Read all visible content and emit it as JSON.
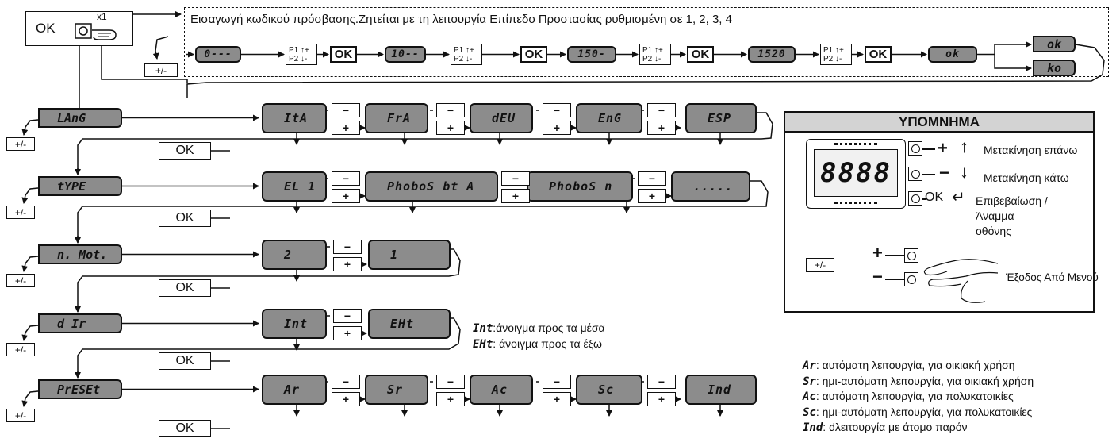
{
  "top": {
    "ok_label": "OK",
    "x1_label": "x1",
    "instruction": "Εισαγωγή κωδικού πρόσβασης.Ζητείται με τη λειτουργία Επίπεδο Προστασίας ρυθμισμένη σε 1, 2, 3, 4",
    "exit_label": "+/-",
    "steps": [
      "0---",
      "10--",
      "150-",
      "1520",
      "ok"
    ],
    "p_label_1": "P1 ↑+",
    "p_label_2": "P2 ↓-",
    "ok_bold": "OK",
    "result_ok": "ok",
    "result_ko": "ko"
  },
  "menus": [
    {
      "name": "LAnG",
      "ok": "OK",
      "exit": "+/-",
      "values": [
        "ItA",
        "FrA",
        "dEU",
        "EnG",
        "ESP"
      ]
    },
    {
      "name": "tYPE",
      "ok": "OK",
      "exit": "+/-",
      "values": [
        "EL 1",
        "PhoboS bt A",
        "PhoboS n",
        "....."
      ]
    },
    {
      "name": "n. Mot.",
      "ok": "OK",
      "exit": "+/-",
      "values": [
        "2",
        "1"
      ]
    },
    {
      "name": "d Ir",
      "ok": "OK",
      "exit": "+/-",
      "values": [
        "Int",
        "EHt"
      ]
    },
    {
      "name": "PrESEt",
      "ok": "OK",
      "exit": "+/-",
      "values": [
        "Ar",
        "Sr",
        "Ac",
        "Sc",
        "Ind"
      ]
    }
  ],
  "minus": "−",
  "plus": "+",
  "dir_notes": [
    {
      "code": "Int",
      "text": ":άνοιγμα προς τα μέσα"
    },
    {
      "code": "EHt",
      "text": ": άνοιγμα προς τα έξω"
    }
  ],
  "preset_notes": [
    {
      "code": "Ar",
      "text": ": αυτόματη λειτουργία, για οικιακή χρήση"
    },
    {
      "code": "Sr",
      "text": ": ημι-αυτόματη λειτουργία, για οικιακή χρήση"
    },
    {
      "code": "Ac",
      "text": ": αυτόματη λειτουργία, για πολυκατοικίες"
    },
    {
      "code": "Sc",
      "text": ": ημι-αυτόματη λειτουργία, για πολυκατοικίες"
    },
    {
      "code": "Ind",
      "text": ": dλειτουργία με άτομο παρόν"
    }
  ],
  "legend": {
    "title": "ΥΠΟΜΝΗΜΑ",
    "display": "8888",
    "plus": "+",
    "minus": "−",
    "ok": "OK",
    "up": "Μετακίνηση επάνω",
    "down": "Μετακίνηση κάτω",
    "confirm_1": "Επιβεβαίωση /",
    "confirm_2": "Άναμμα",
    "confirm_3": "οθόνης",
    "exit_key": "+/-",
    "exit_text": "Έξοδος Από Μενού"
  }
}
